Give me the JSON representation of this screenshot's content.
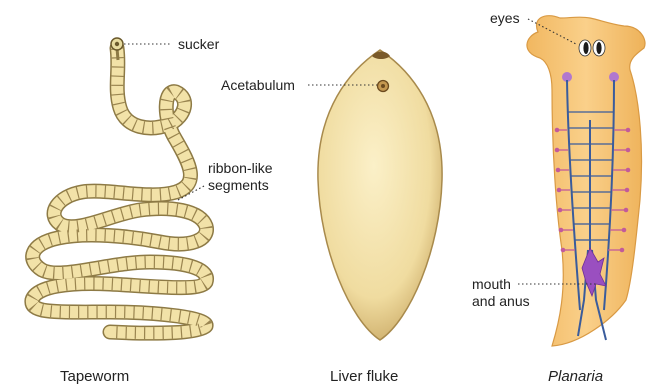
{
  "labels": {
    "sucker": "sucker",
    "ribbon_line1": "ribbon-like",
    "ribbon_line2": "segments",
    "acetabulum": "Acetabulum",
    "eyes": "eyes",
    "mouth_line1": "mouth",
    "mouth_line2": "and anus"
  },
  "captions": {
    "tapeworm": "Tapeworm",
    "liver_fluke": "Liver fluke",
    "planaria": "Planaria"
  },
  "colors": {
    "segment_fill": "#f2e2a8",
    "segment_stroke": "#9a8550",
    "fluke_fill": "#f1dfa6",
    "planaria_body": "#f7c877",
    "nerve_blue": "#3a5c9c",
    "organ_purple": "#9a4fc0"
  }
}
